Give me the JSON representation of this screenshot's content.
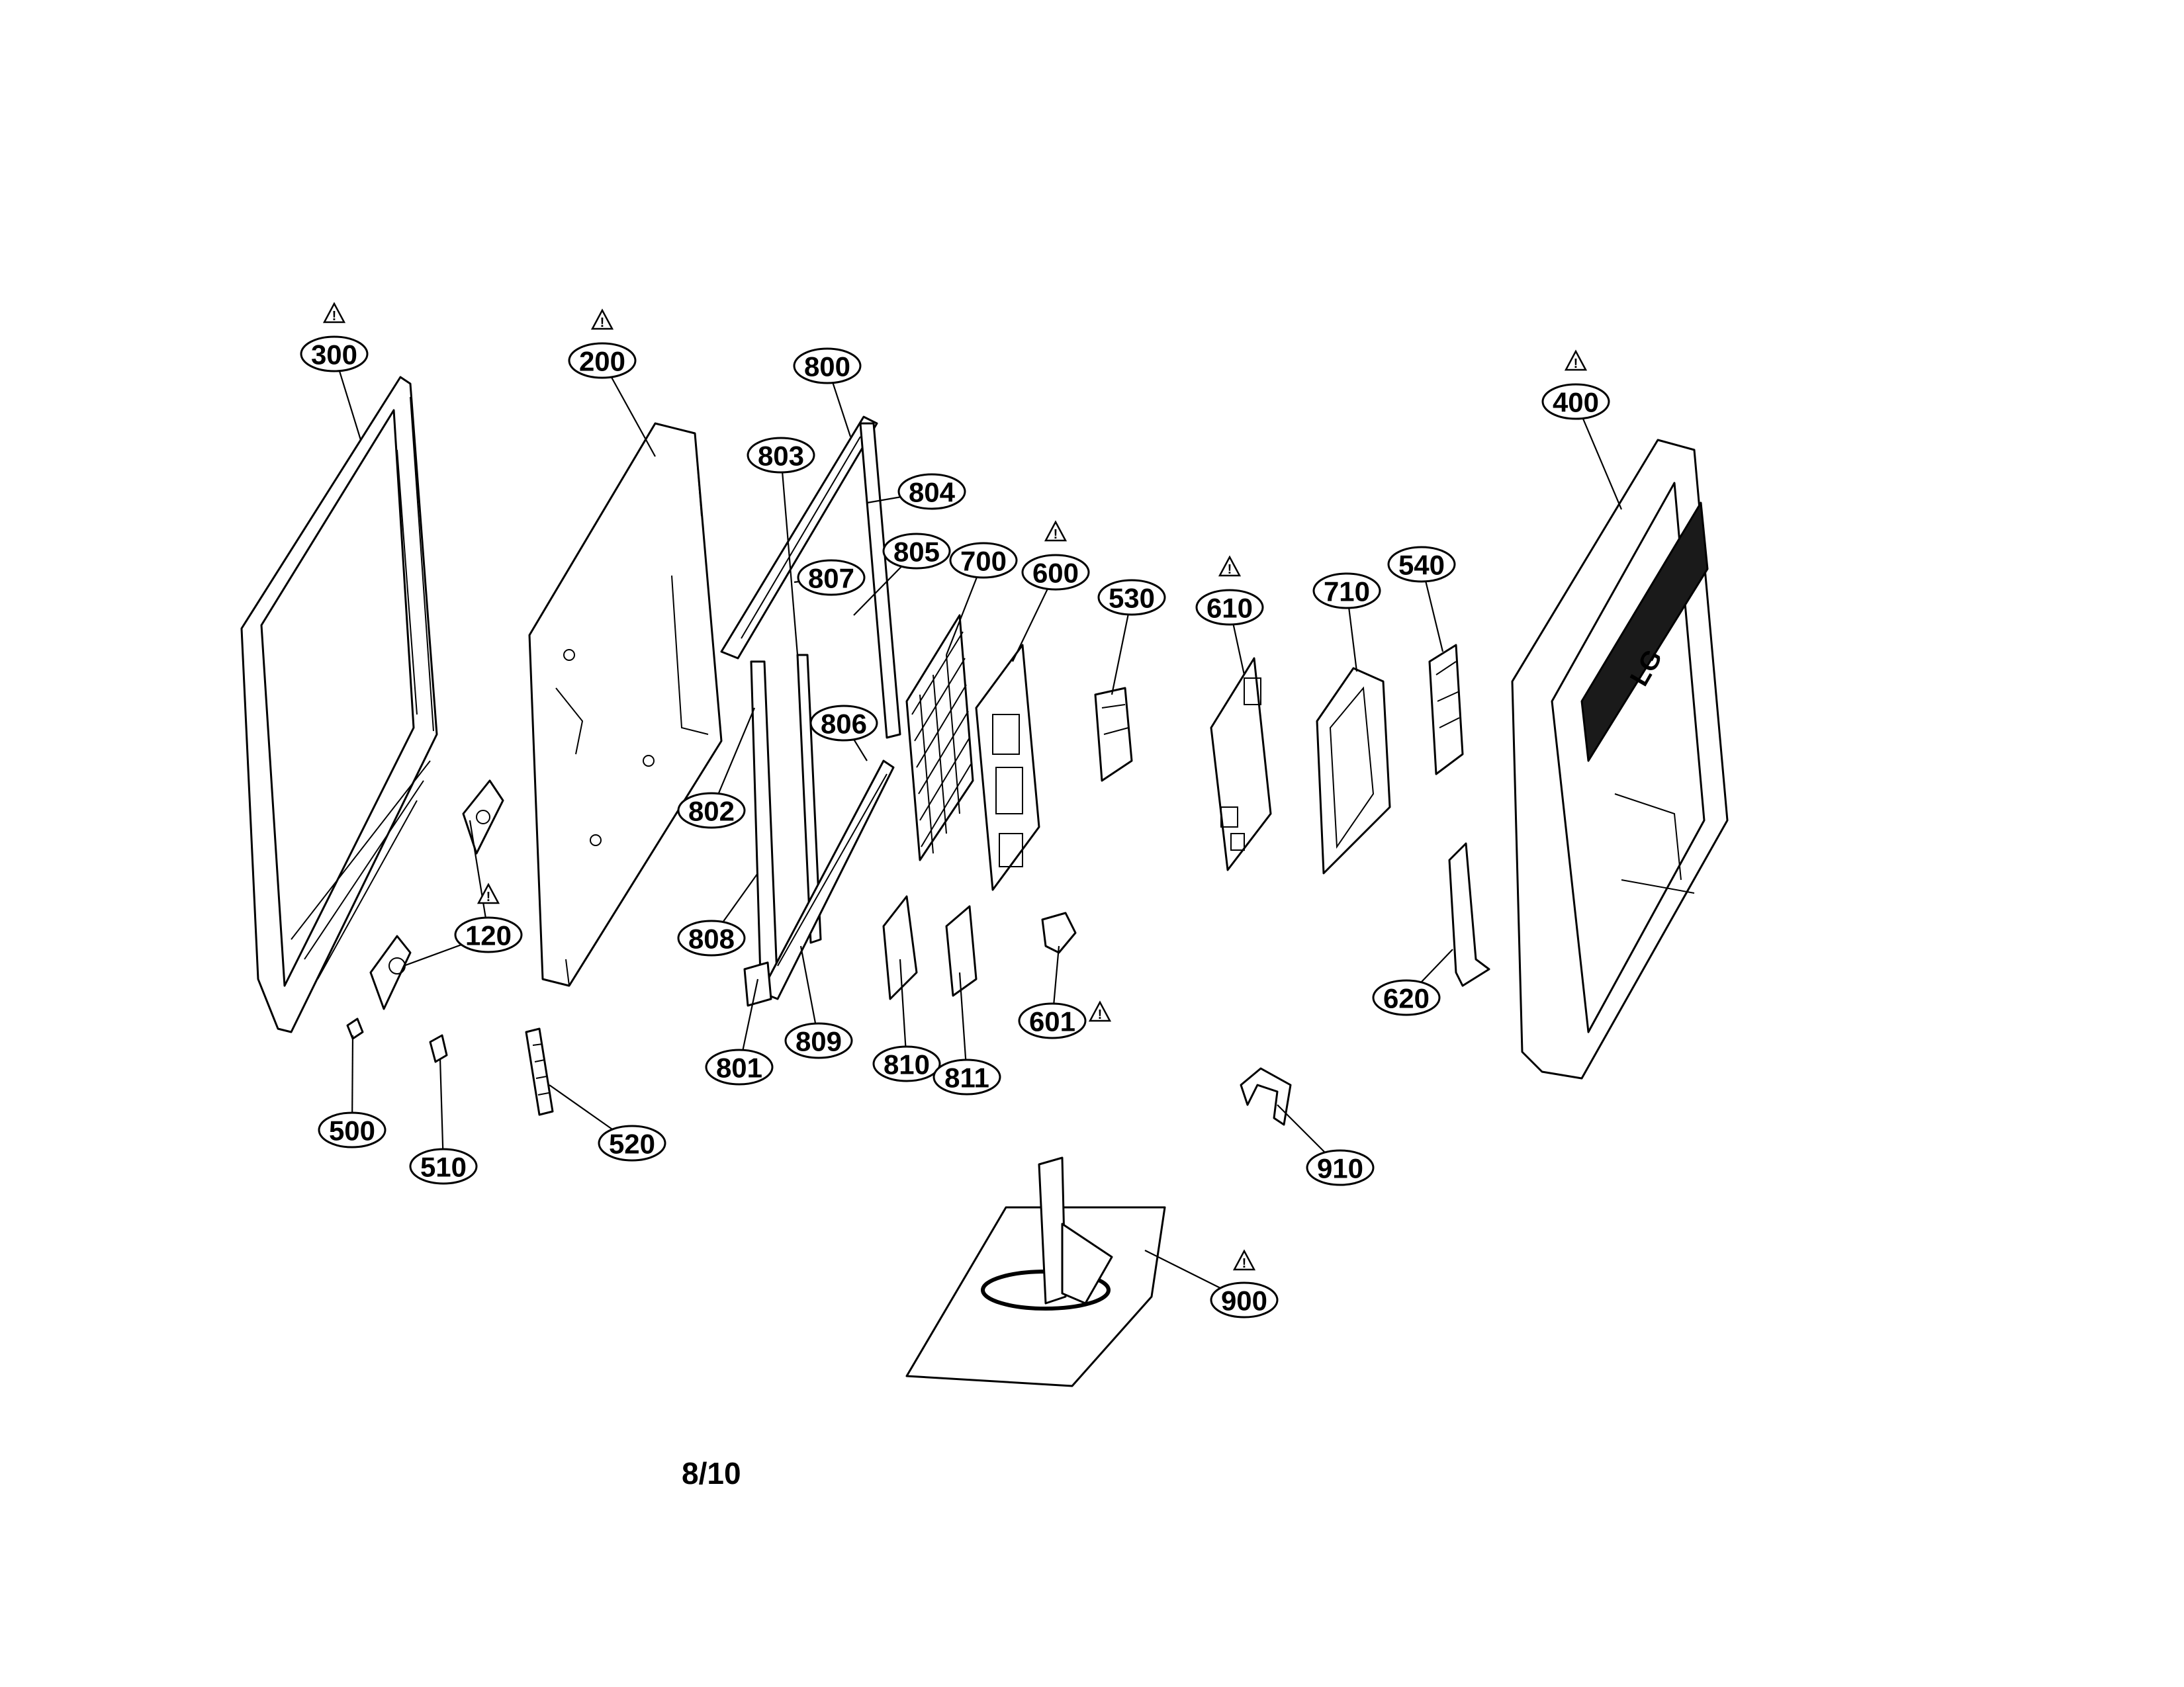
{
  "page_number": "8/10",
  "brand_logo_text": "LG",
  "callouts": [
    {
      "id": "300",
      "label": "300",
      "warning": true
    },
    {
      "id": "200",
      "label": "200",
      "warning": true
    },
    {
      "id": "800",
      "label": "800",
      "warning": false
    },
    {
      "id": "803",
      "label": "803",
      "warning": false
    },
    {
      "id": "804",
      "label": "804",
      "warning": false
    },
    {
      "id": "807",
      "label": "807",
      "warning": false
    },
    {
      "id": "805",
      "label": "805",
      "warning": false
    },
    {
      "id": "700",
      "label": "700",
      "warning": false
    },
    {
      "id": "600",
      "label": "600",
      "warning": true
    },
    {
      "id": "530",
      "label": "530",
      "warning": false
    },
    {
      "id": "610",
      "label": "610",
      "warning": true
    },
    {
      "id": "710",
      "label": "710",
      "warning": false
    },
    {
      "id": "540",
      "label": "540",
      "warning": false
    },
    {
      "id": "400",
      "label": "400",
      "warning": true
    },
    {
      "id": "806",
      "label": "806",
      "warning": false
    },
    {
      "id": "802",
      "label": "802",
      "warning": false
    },
    {
      "id": "808",
      "label": "808",
      "warning": false
    },
    {
      "id": "120",
      "label": "120",
      "warning": true
    },
    {
      "id": "801",
      "label": "801",
      "warning": false
    },
    {
      "id": "809",
      "label": "809",
      "warning": false
    },
    {
      "id": "810",
      "label": "810",
      "warning": false
    },
    {
      "id": "811",
      "label": "811",
      "warning": false
    },
    {
      "id": "601",
      "label": "601",
      "warning": true
    },
    {
      "id": "620",
      "label": "620",
      "warning": false
    },
    {
      "id": "500",
      "label": "500",
      "warning": false
    },
    {
      "id": "510",
      "label": "510",
      "warning": false
    },
    {
      "id": "520",
      "label": "520",
      "warning": false
    },
    {
      "id": "910",
      "label": "910",
      "warning": false
    },
    {
      "id": "900",
      "label": "900",
      "warning": true
    }
  ]
}
